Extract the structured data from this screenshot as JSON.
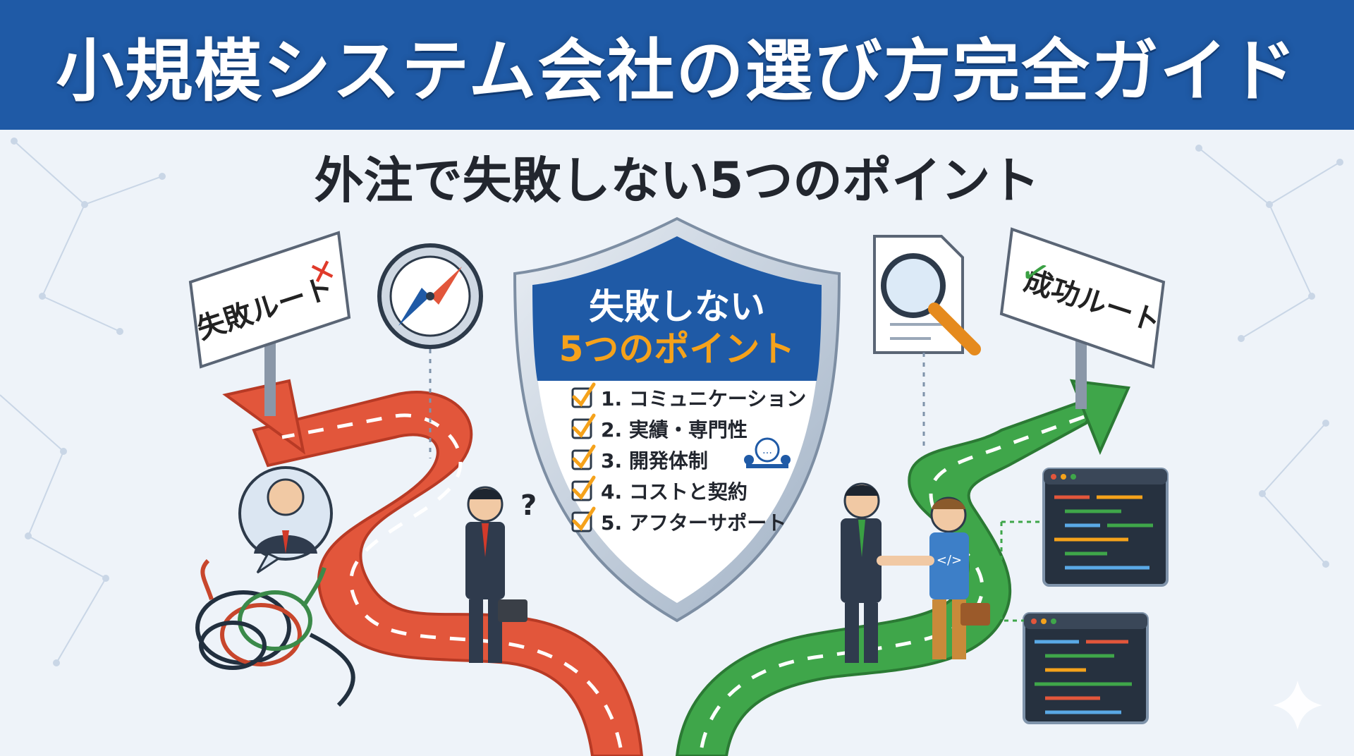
{
  "header": {
    "title": "小規模システム会社の選び方完全ガイド"
  },
  "subtitle": "外注で失敗しない5つのポイント",
  "shield": {
    "title_line1": "失敗しない",
    "title_line2": "5つのポイント",
    "items": [
      "1. コミュニケーション",
      "2. 実績・専門性",
      "3. 開発体制",
      "4. コストと契約",
      "5. アフターサポート"
    ]
  },
  "signs": {
    "fail": "失敗ルート",
    "fail_mark": "✕",
    "success": "成功ルート",
    "success_mark": "✓"
  },
  "figures": {
    "confused_mark": "?"
  },
  "icons": [
    "compass-icon",
    "magnifier-document-icon",
    "avatar-icon",
    "tangled-cables-icon",
    "chat-meeting-icon",
    "code-window-icon",
    "sparkle-icon"
  ],
  "colors": {
    "header_bg": "#1f5aa6",
    "fail_road": "#e2563b",
    "success_road": "#3fa64a",
    "accent_orange": "#f5a21b",
    "shield_blue": "#1f5aa6"
  }
}
